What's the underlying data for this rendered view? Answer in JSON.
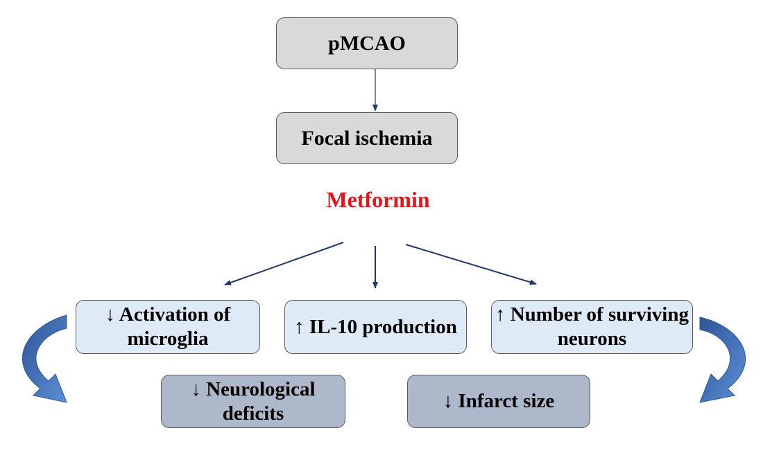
{
  "nodes": {
    "pmcao": "pMCAO",
    "focal_ischemia": "Focal ischemia",
    "metformin": "Metformin",
    "microglia": "↓ Activation of microglia",
    "il10": "↑ IL-10 production",
    "neurons": "↑ Number of surviving neurons",
    "neurological_deficits": "↓ Neurological deficits",
    "infarct_size": "↓ Infarct size"
  },
  "colors": {
    "gray_box": "#d9d9d9",
    "light_blue_box": "#deeaf6",
    "slate_box": "#adb9ca",
    "metformin_text": "#e8141c",
    "arrow_line": "#1f3864",
    "curved_arrow": "#4472c4"
  }
}
